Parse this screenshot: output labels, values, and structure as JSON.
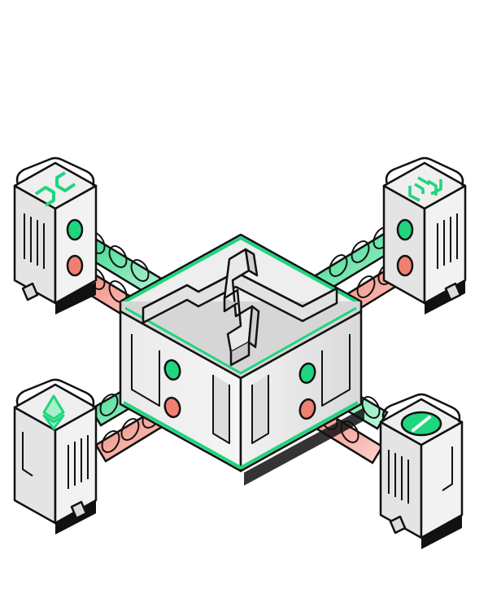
{
  "illustration": {
    "hub": {
      "icon": "cross-arrows-icon"
    },
    "nodes": [
      {
        "id": "polygon",
        "icon": "polygon-logo-icon"
      },
      {
        "id": "bnb",
        "icon": "bnb-chain-logo-icon"
      },
      {
        "id": "ethereum",
        "icon": "ethereum-logo-icon"
      },
      {
        "id": "gnosis",
        "icon": "gnosis-logo-icon"
      }
    ],
    "colors": {
      "outline": "#111111",
      "body": "#e6e6e6",
      "body_light": "#f4f4f4",
      "body_dark": "#c9c9c9",
      "accent_green": "#1fd57e",
      "accent_green_light": "#a8f0cc",
      "accent_red": "#f07f72",
      "accent_red_light": "#f8c6bf"
    }
  }
}
